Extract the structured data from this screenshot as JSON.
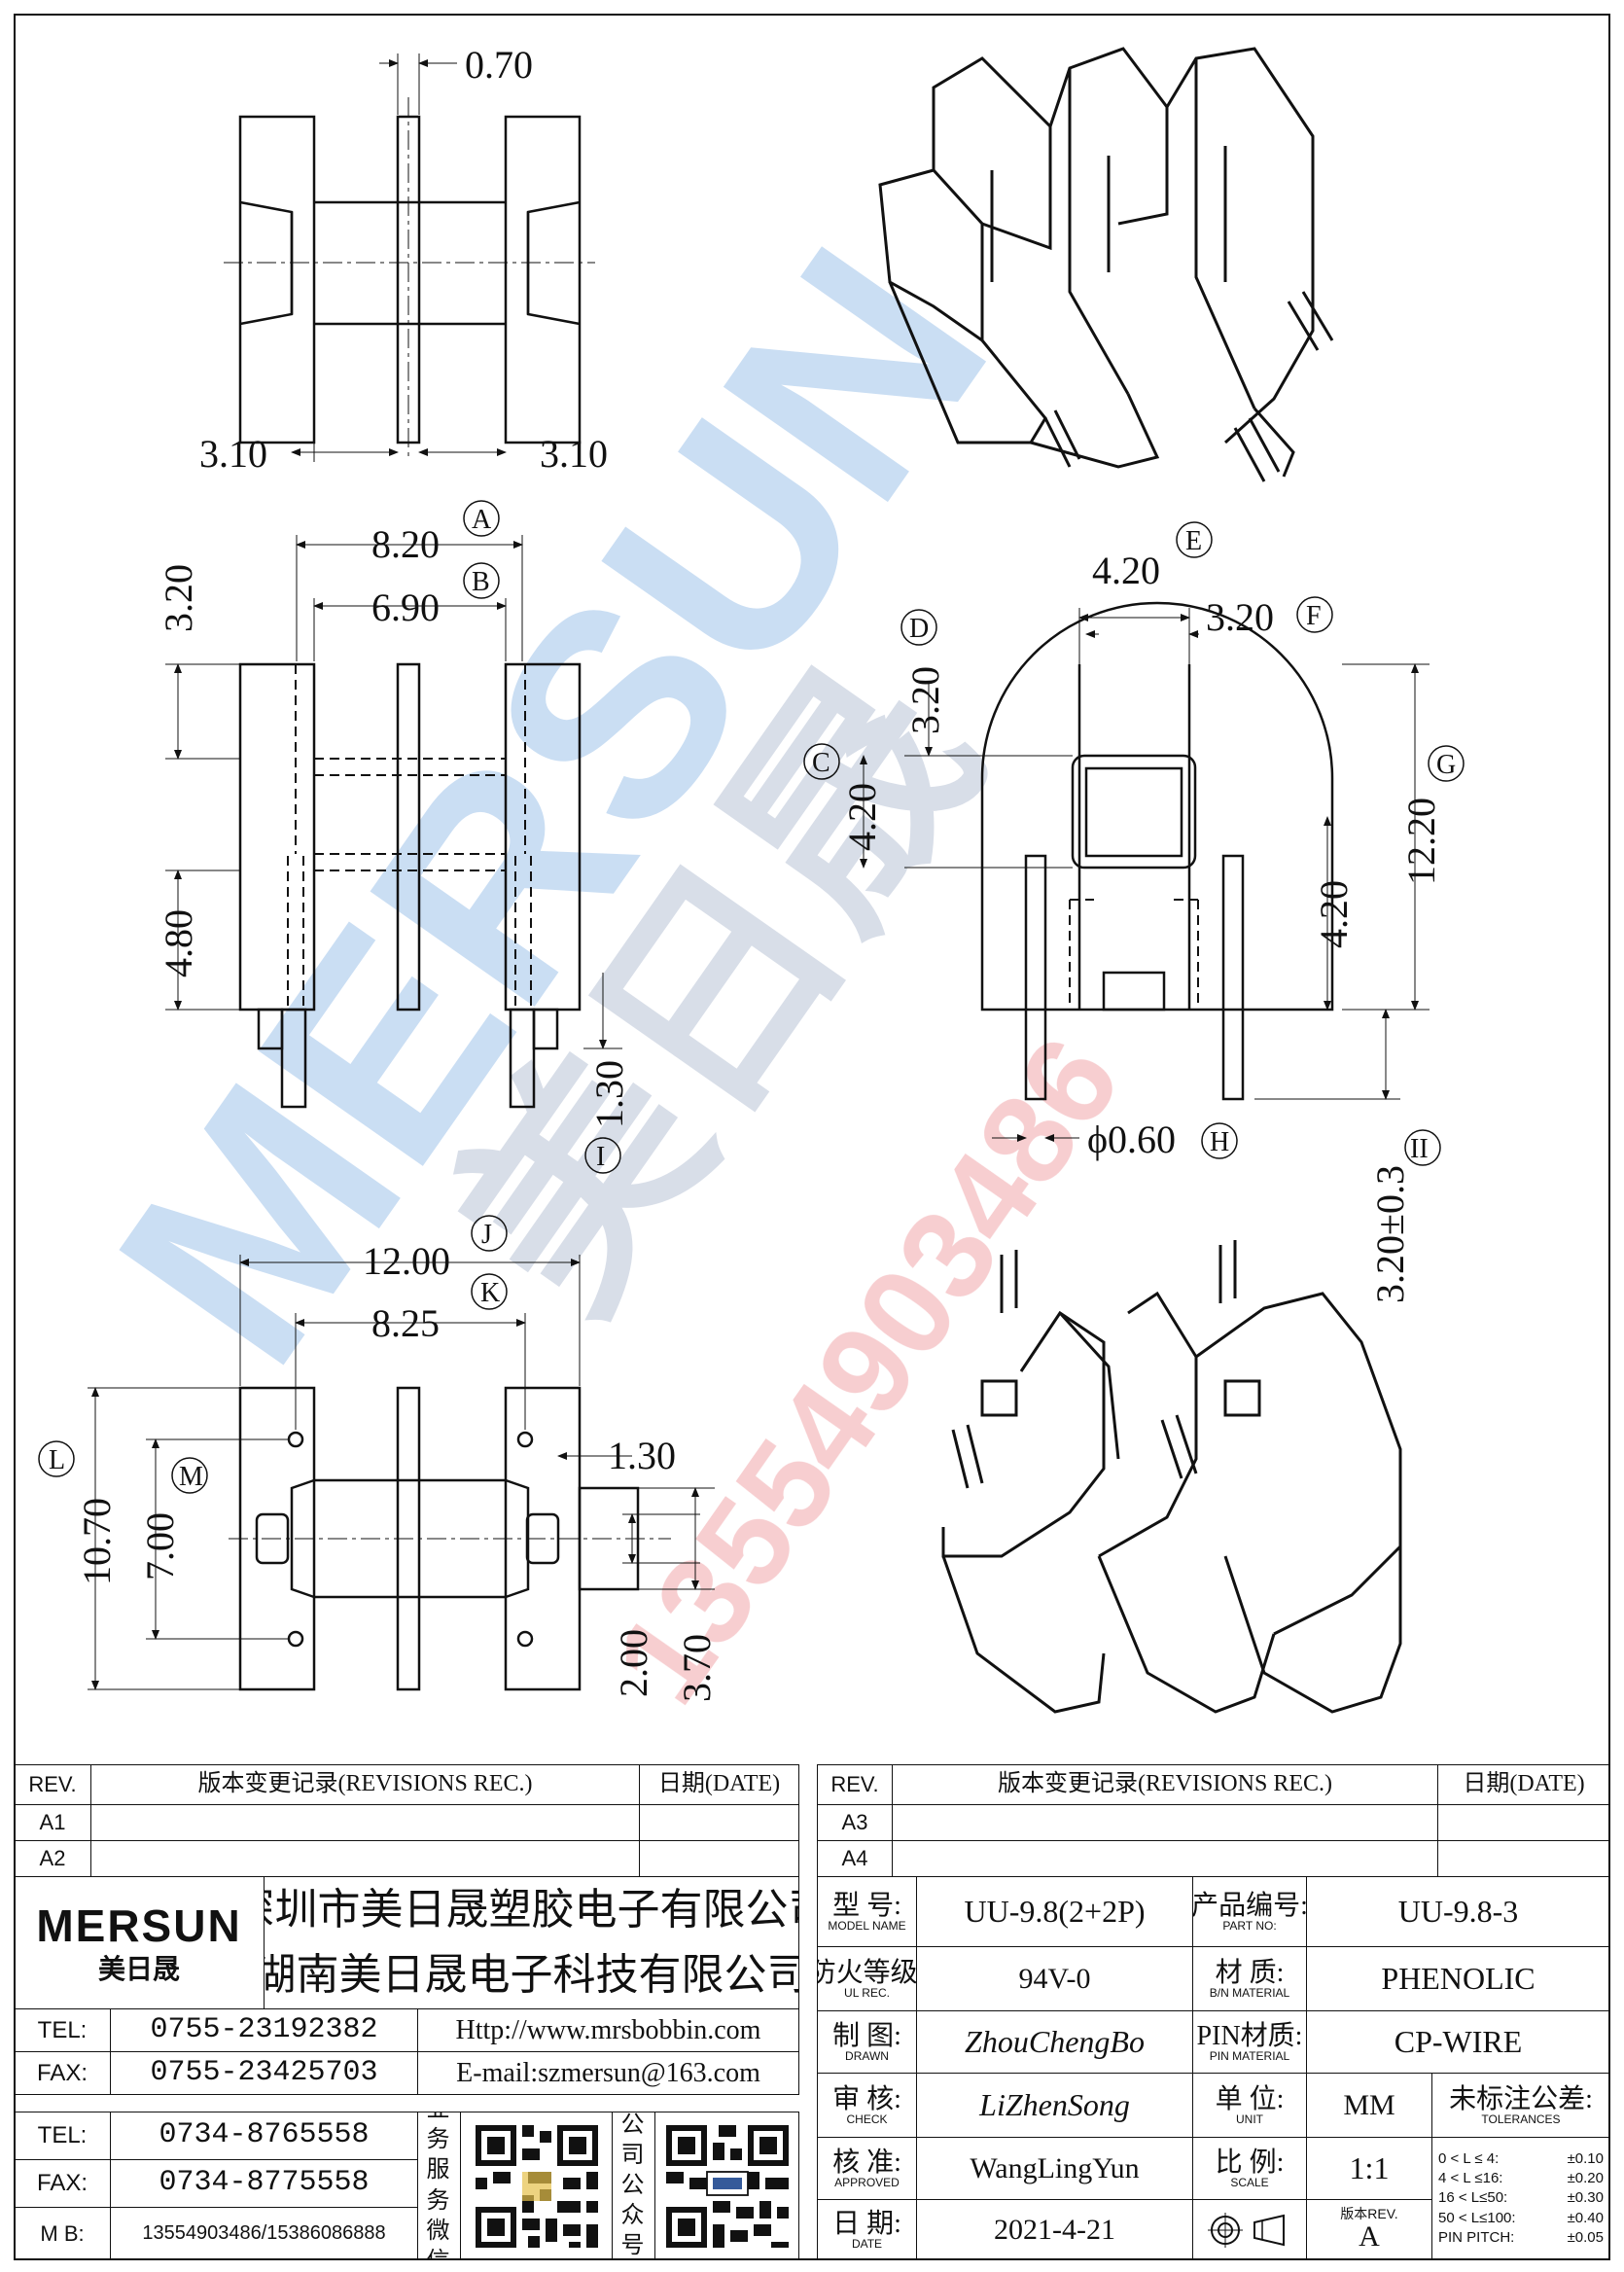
{
  "drawing": {
    "top_view": {
      "dim_gap": "0.70",
      "dim_left": "3.10",
      "dim_right": "3.10"
    },
    "front_view": {
      "dim_A": "8.20",
      "label_A": "A",
      "dim_B": "6.90",
      "label_B": "B",
      "dim_top": "3.20",
      "dim_mid": "4.80",
      "dim_pin": "1.30",
      "label_I": "I"
    },
    "side_view": {
      "dim_E": "4.20",
      "label_E": "E",
      "dim_F": "3.20",
      "label_F": "F",
      "dim_D": "3.20",
      "label_D": "D",
      "dim_C": "4.20",
      "label_C": "C",
      "dim_G": "12.20",
      "label_G": "G",
      "dim_lower": "4.20",
      "dim_H": "ϕ0.60",
      "label_H": "H",
      "dim_II": "3.20±0.3",
      "label_II": "II"
    },
    "bottom_view": {
      "dim_J": "12.00",
      "label_J": "J",
      "dim_K": "8.25",
      "label_K": "K",
      "dim_L": "10.70",
      "label_L": "L",
      "dim_M": "7.00",
      "label_M": "M",
      "dim_small": "1.30",
      "dim_200": "2.00",
      "dim_370": "3.70"
    }
  },
  "watermark": {
    "brand": "MERSUN",
    "cn": "美日晟",
    "phone": "13554903486"
  },
  "revisions": {
    "left": {
      "h_rev": "REV.",
      "h_rec": "版本变更记录(REVISIONS REC.)",
      "h_date": "日期(DATE)",
      "rows": [
        "A1",
        "A2"
      ]
    },
    "right": {
      "h_rev": "REV.",
      "h_rec": "版本变更记录(REVISIONS REC.)",
      "h_date": "日期(DATE)",
      "rows": [
        "A3",
        "A4"
      ]
    }
  },
  "company": {
    "logo": "MERSUN",
    "logo_cn": "美日晟",
    "name1": "深圳市美日晟塑胶电子有限公司",
    "name2": "湖南美日晟电子科技有限公司",
    "contacts": [
      {
        "label": "TEL:",
        "value": "0755-23192382"
      },
      {
        "label": "FAX:",
        "value": "0755-23425703"
      },
      {
        "label": "TEL:",
        "value": "0734-8765558"
      },
      {
        "label": "FAX:",
        "value": "0734-8775558"
      }
    ],
    "mb_label": "M B:",
    "mb_value": "13554903486/15386086888",
    "http": "Http://www.mrsbobbin.com",
    "email": "E-mail:szmersun@163.com",
    "wechat_label": "业务服务微信",
    "public_label": "公司公众号"
  },
  "spec": {
    "model_label": "型 号:",
    "model_sub": "MODEL NAME",
    "model_value": "UU-9.8(2+2P)",
    "part_label": "产品编号:",
    "part_sub": "PART NO:",
    "part_value": "UU-9.8-3",
    "ul_label": "防火等级:",
    "ul_sub": "UL REC.",
    "ul_value": "94V-0",
    "mat_label": "材 质:",
    "mat_sub": "B/N MATERIAL",
    "mat_value": "PHENOLIC",
    "drawn_label": "制 图:",
    "drawn_sub": "DRAWN",
    "drawn_value": "ZhouChengBo",
    "pin_label": "PIN材质:",
    "pin_sub": "PIN MATERIAL",
    "pin_value": "CP-WIRE",
    "check_label": "审 核:",
    "check_sub": "CHECK",
    "check_value": "LiZhenSong",
    "unit_label": "单 位:",
    "unit_sub": "UNIT",
    "unit_value": "MM",
    "tol_label": "未标注公差:",
    "tol_sub": "TOLERANCES",
    "appr_label": "核 准:",
    "appr_sub": "APPROVED",
    "appr_value": "WangLingYun",
    "scale_label": "比 例:",
    "scale_sub": "SCALE",
    "scale_value": "1:1",
    "date_label": "日 期:",
    "date_sub": "DATE",
    "date_value": "2021-4-21",
    "ver_label": "版本REV.",
    "ver_value": "A",
    "tolerances": [
      {
        "range": "0 < L ≤ 4:",
        "value": "±0.10"
      },
      {
        "range": "4 < L ≤16:",
        "value": "±0.20"
      },
      {
        "range": "16 < L≤50:",
        "value": "±0.30"
      },
      {
        "range": "50 < L≤100:",
        "value": "±0.40"
      },
      {
        "range": "PIN PITCH:",
        "value": "±0.05"
      }
    ]
  }
}
